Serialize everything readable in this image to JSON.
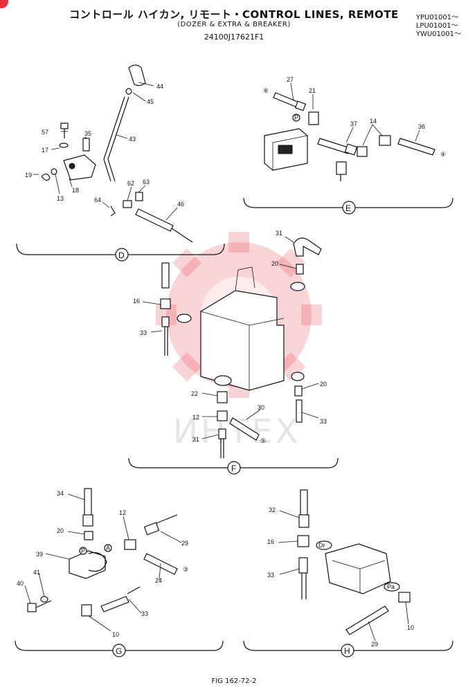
{
  "header": {
    "title": "コントロール ハイカン, リモート・CONTROL LINES, REMOTE",
    "subtitle": "(DOZER & EXTRA & BREAKER)",
    "part_number": "24100J17621F1",
    "serials": [
      "YPU01001～",
      "LPU01001～",
      "YWU01001～"
    ]
  },
  "figure_id": "FIG 162-72-2",
  "watermark": "ИНТЕХ",
  "sections": {
    "D": {
      "label": "D",
      "callouts": [
        "44",
        "45",
        "43",
        "57",
        "17",
        "35",
        "19",
        "13",
        "18",
        "62",
        "63",
        "64",
        "46"
      ]
    },
    "E": {
      "label": "E",
      "callouts": [
        "27",
        "21",
        "37",
        "14",
        "36"
      ],
      "circled": [
        "⑥",
        "④"
      ]
    },
    "F": {
      "label": "F",
      "callouts": [
        "31",
        "20",
        "16",
        "33",
        "22",
        "12",
        "30",
        "31",
        "20",
        "33"
      ],
      "circled": [
        "⑤"
      ]
    },
    "G": {
      "label": "G",
      "callouts": [
        "34",
        "12",
        "20",
        "29",
        "39",
        "41",
        "40",
        "24",
        "33",
        "10"
      ],
      "circled": [
        "③"
      ],
      "port_tags": [
        "P",
        "A"
      ]
    },
    "H": {
      "label": "H",
      "callouts": [
        "32",
        "16",
        "33",
        "10",
        "29"
      ],
      "port_tags": [
        "Dr",
        "Pa"
      ]
    }
  },
  "colors": {
    "ink": "#111111",
    "watermark_red": "#e84048",
    "corner_badge": "#e8303a"
  }
}
